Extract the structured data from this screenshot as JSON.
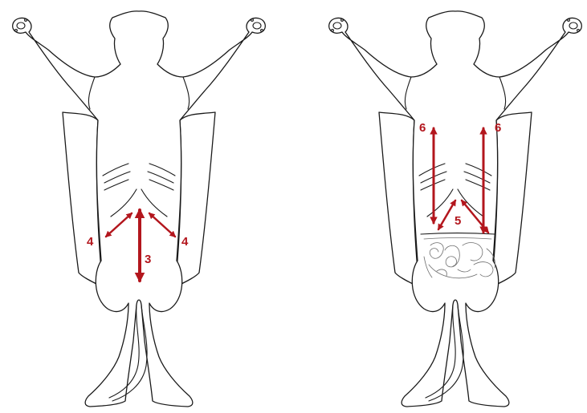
{
  "diagram": {
    "colors": {
      "arrow": "#b3161d",
      "outline": "#1a1a1a",
      "background": "#ffffff"
    },
    "left_figure": {
      "labels": {
        "incision_left": "4",
        "incision_right": "4",
        "incision_center": "3"
      }
    },
    "right_figure": {
      "labels": {
        "incision_upper_left": "6",
        "incision_upper_right": "6",
        "incision_lower": "5"
      }
    }
  }
}
